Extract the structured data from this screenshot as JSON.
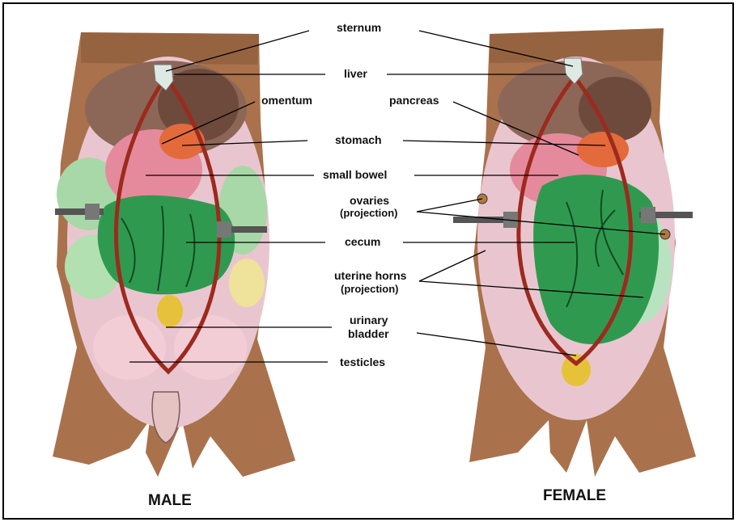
{
  "labels": {
    "sternum": "sternum",
    "liver": "liver",
    "omentum": "omentum",
    "pancreas": "pancreas",
    "stomach": "stomach",
    "small_bowel": "small bowel",
    "ovaries": "ovaries",
    "ovaries_note": "(projection)",
    "cecum": "cecum",
    "uterine_horns": "uterine horns",
    "uterine_horns_note": "(projection)",
    "urinary": "urinary",
    "bladder": "bladder",
    "testicles": "testicles"
  },
  "captions": {
    "male": "MALE",
    "female": "FEMALE"
  },
  "colors": {
    "fur": "#a9724c",
    "fur_dark": "#7e4f33",
    "liver": "#8c6757",
    "intestine_pink": "#e8a7b5",
    "cecum_green": "#2f9a4f",
    "light_green": "#a8d8a8",
    "incision_red": "#9c2a1e",
    "bladder_yellow": "#e6c23b",
    "leader_line": "#000000"
  },
  "icons": [
    "retractor-icon",
    "retractor-icon"
  ]
}
